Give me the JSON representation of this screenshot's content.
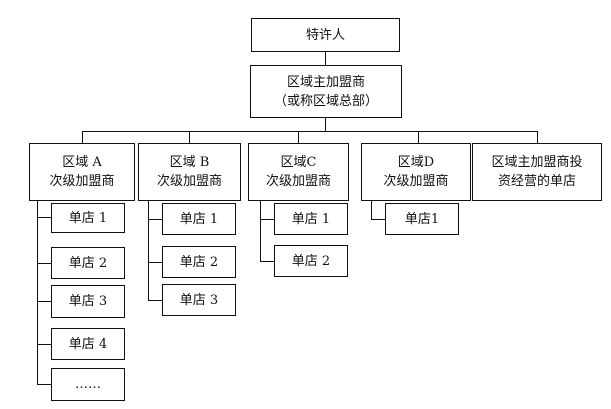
{
  "root": {
    "label": "特许人"
  },
  "master": {
    "line1": "区域主加盟商",
    "line2": "（或称区域总部）"
  },
  "regions": [
    {
      "line1": "区域 A",
      "line2": "次级加盟商",
      "stores": [
        "单店 1",
        "单店 2",
        "单店 3",
        "单店 4",
        "……"
      ]
    },
    {
      "line1": "区域 B",
      "line2": "次级加盟商",
      "stores": [
        "单店 1",
        "单店 2",
        "单店 3"
      ]
    },
    {
      "line1": "区域C",
      "line2": "次级加盟商",
      "stores": [
        "单店 1",
        "单店 2"
      ]
    },
    {
      "line1": "区域D",
      "line2": "次级加盟商",
      "stores": [
        "单店1"
      ]
    },
    {
      "line1": "区域主加盟商投",
      "line2": "资经营的单店",
      "stores": []
    }
  ]
}
